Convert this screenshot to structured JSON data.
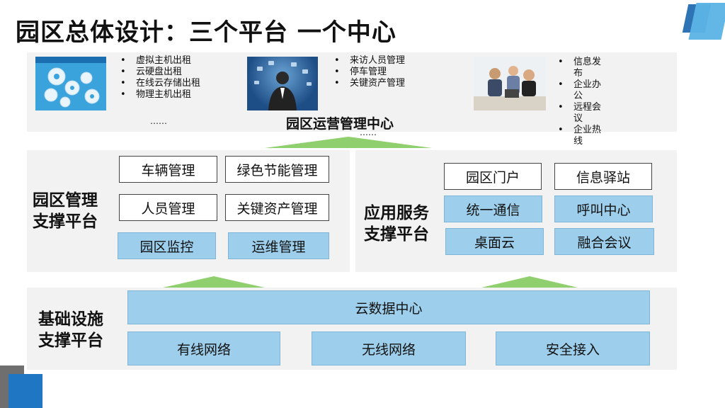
{
  "title": "园区总体设计：三个平台 一个中心",
  "top_section": {
    "services_left": {
      "bullets": [
        "虚拟主机出租",
        "云硬盘出租",
        "在线云存储出租",
        "物理主机出租"
      ],
      "more": "……"
    },
    "services_middle": {
      "bullets": [
        "来访人员管理",
        "停车管理",
        "关键资产管理"
      ],
      "more": "……"
    },
    "services_right": {
      "bullets": [
        "信息发布",
        "企业办公",
        "远程会议",
        "企业热线"
      ],
      "more": "……"
    },
    "center_label": "园区运营管理中心"
  },
  "left_platform": {
    "label_line1": "园区管理",
    "label_line2": "支撑平台",
    "modules": [
      "车辆管理",
      "绿色节能管理",
      "人员管理",
      "关键资产管理",
      "园区监控",
      "运维管理"
    ]
  },
  "right_platform": {
    "label_line1": "应用服务",
    "label_line2": "支撑平台",
    "modules": [
      "园区门户",
      "信息驿站",
      "统一通信",
      "呼叫中心",
      "桌面云",
      "融合会议"
    ]
  },
  "infrastructure": {
    "label_line1": "基础设施",
    "label_line2": "支撑平台",
    "data_center": "云数据中心",
    "networks": [
      "有线网络",
      "无线网络",
      "安全接入"
    ]
  },
  "colors": {
    "accent_blue": "#9dcfec",
    "arrow_green": "#8fcf6d",
    "panel_gray": "#f2f2f2",
    "deco_blue": "#1f77c3"
  }
}
